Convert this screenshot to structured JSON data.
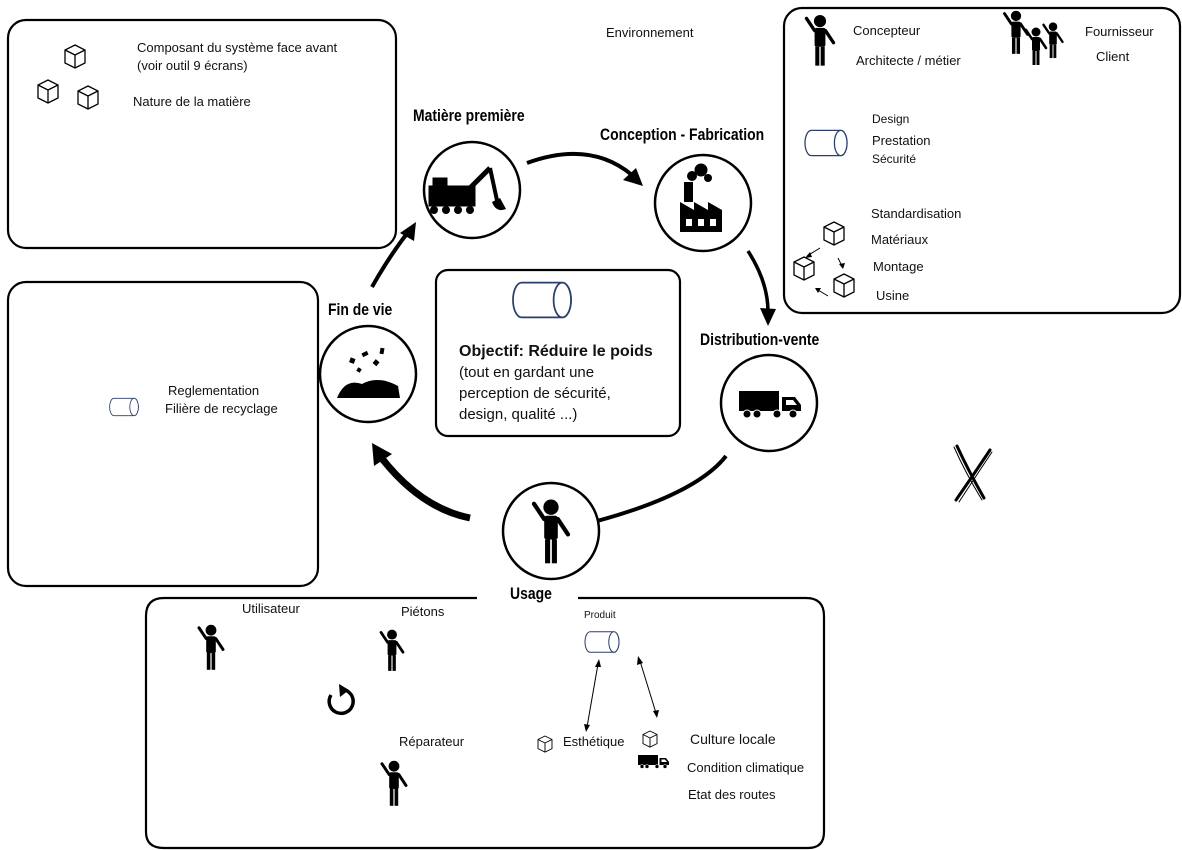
{
  "header": {
    "environment": "Environnement"
  },
  "stages": {
    "matiere": "Matière première",
    "conception": "Conception - Fabrication",
    "distribution": "Distribution-vente",
    "usage": "Usage",
    "fin_de_vie": "Fin de vie"
  },
  "center": {
    "title": "Objectif: Réduire le poids",
    "lines": [
      "(tout en gardant une",
      "perception de sécurité,",
      "design, qualité ...)"
    ]
  },
  "box_matiere": {
    "line1": "Composant du système face avant",
    "line2": "(voir outil 9 écrans)",
    "line3": "Nature de la matière"
  },
  "box_conception": {
    "concepteur": "Concepteur",
    "architecte": "Architecte / métier",
    "fournisseur": "Fournisseur",
    "client": "Client",
    "design": "Design",
    "prestation": "Prestation",
    "securite": "Sécurité",
    "standardisation": "Standardisation",
    "materiaux": "Matériaux",
    "montage": "Montage",
    "usine": "Usine"
  },
  "box_fin_de_vie": {
    "reglementation": "Reglementation",
    "recyclage": "Filière de recyclage"
  },
  "box_usage": {
    "utilisateur": "Utilisateur",
    "pietons": "Piétons",
    "reparateur": "Réparateur",
    "produit": "Produit",
    "esthetique": "Esthétique",
    "culture": "Culture locale",
    "climat": "Condition climatique",
    "routes": "Etat des routes"
  }
}
